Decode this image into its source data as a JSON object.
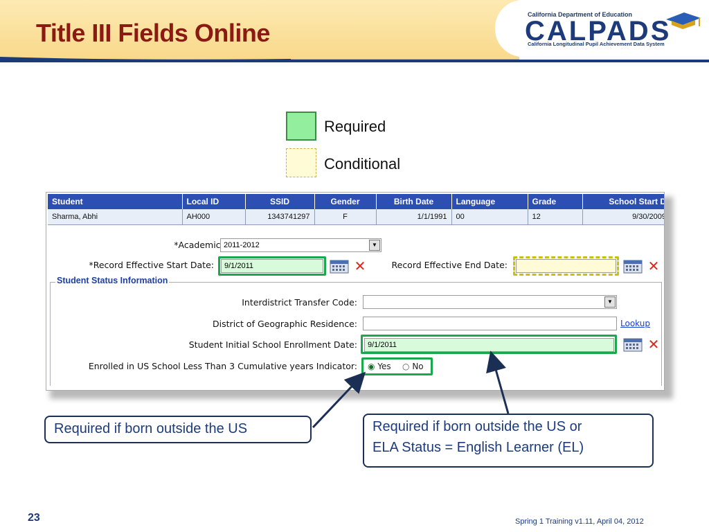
{
  "slide": {
    "title": "Title III Fields Online",
    "page_number": "23",
    "footer": "Spring 1 Training v1.11, April 04, 2012"
  },
  "logo": {
    "dept": "California Department of Education",
    "name": "CALPADS",
    "tagline": "California Longitudinal Pupil Achievement Data System"
  },
  "legend": {
    "required": "Required",
    "conditional": "Conditional"
  },
  "grid": {
    "headers": [
      "Student",
      "Local ID",
      "SSID",
      "Gender",
      "Birth Date",
      "Language",
      "Grade",
      "School Start D"
    ],
    "row": [
      "Sharma, Abhi",
      "AH000",
      "1343741297",
      "F",
      "1/1/1991",
      "00",
      "12",
      "9/30/2009"
    ]
  },
  "form": {
    "academic_year_label": "*Academic Year:",
    "academic_year_value": "2011-2012",
    "start_date_label": "*Record Effective Start Date:",
    "start_date_value": "9/1/2011",
    "end_date_label": "Record Effective End Date:",
    "end_date_value": "",
    "section_title": "Student Status Information",
    "transfer_code_label": "Interdistrict Transfer Code:",
    "district_label": "District of Geographic Residence:",
    "lookup_link": "Lookup",
    "enrollment_date_label": "Student Initial School Enrollment Date:",
    "enrollment_date_value": "9/1/2011",
    "us_school_label": "Enrolled in US School Less Than 3 Cumulative years Indicator:",
    "radio_yes": "Yes",
    "radio_no": "No",
    "radio_selected": "Yes"
  },
  "callouts": {
    "left": "Required if born outside the US",
    "right_line1": "Required if born outside the US or",
    "right_line2": "ELA Status = English Learner (EL)"
  },
  "colors": {
    "title": "#8b1a12",
    "grid_header": "#2d4fb3",
    "required_fill": "#93ef9e",
    "conditional_fill": "#fffbd6",
    "required_outline": "#1aa84c",
    "conditional_outline": "#c8c016"
  }
}
